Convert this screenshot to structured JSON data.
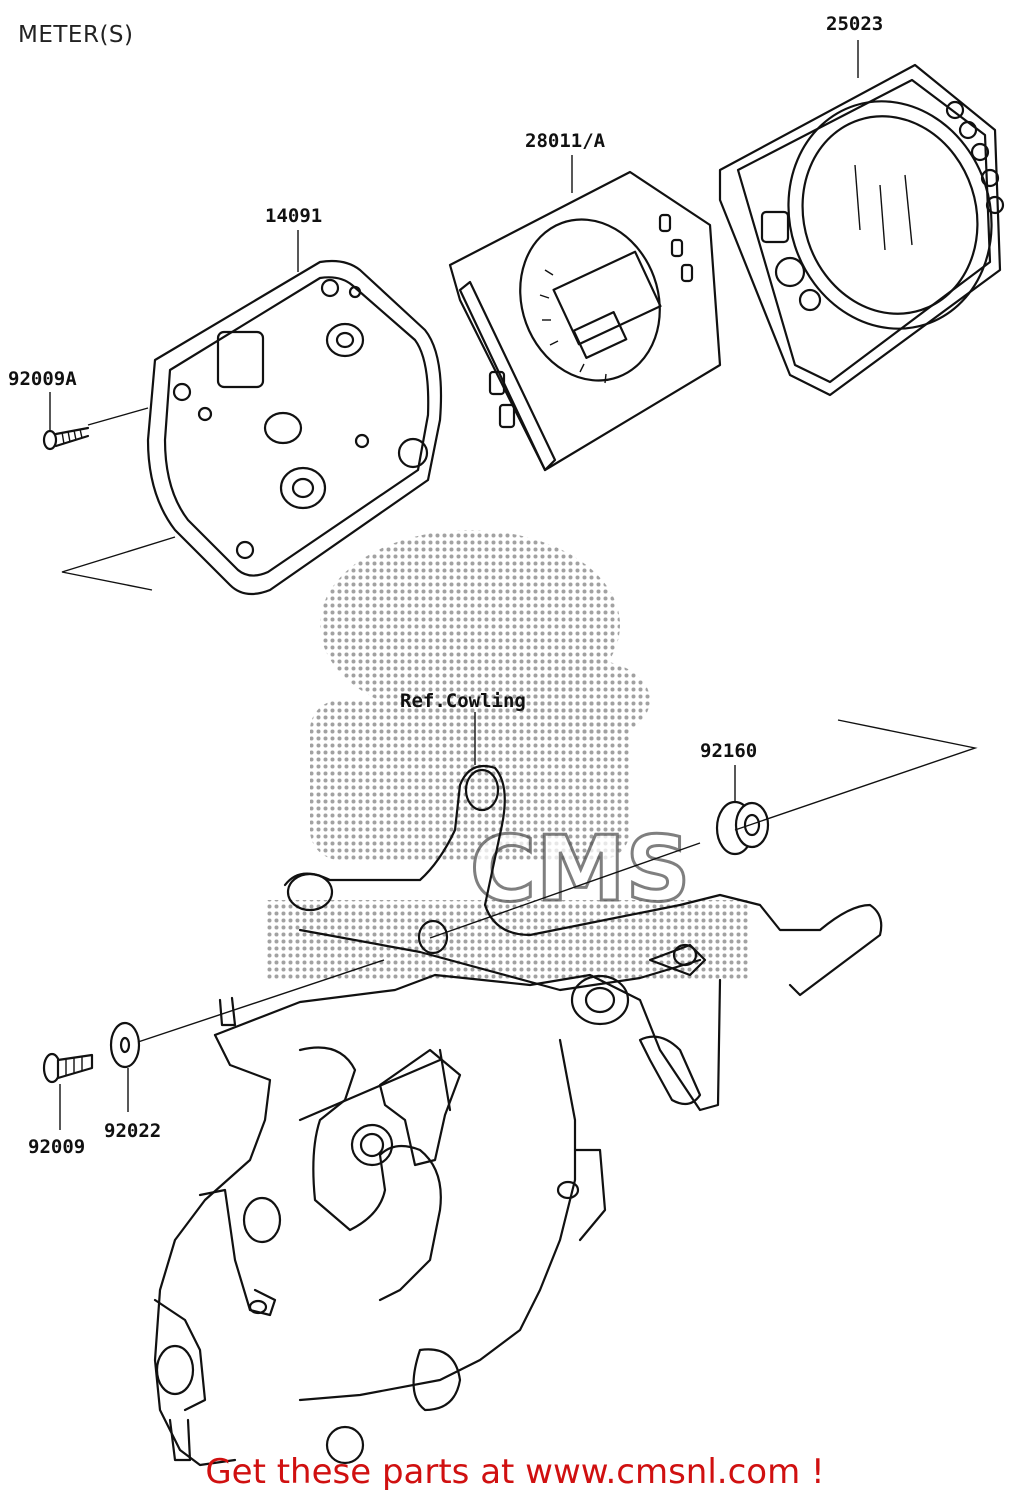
{
  "page": {
    "title": "METER(S)",
    "footer": "Get these parts at www.cmsnl.com !"
  },
  "parts": [
    {
      "id": "p25023",
      "number": "25023"
    },
    {
      "id": "p28011a",
      "number": "28011/A"
    },
    {
      "id": "p14091",
      "number": "14091"
    },
    {
      "id": "p92009a",
      "number": "92009A"
    },
    {
      "id": "p92160",
      "number": "92160"
    },
    {
      "id": "p92009",
      "number": "92009"
    },
    {
      "id": "p92022",
      "number": "92022"
    }
  ],
  "reference": {
    "label": "Ref.Cowling"
  },
  "watermark": {
    "text": "CMS"
  }
}
